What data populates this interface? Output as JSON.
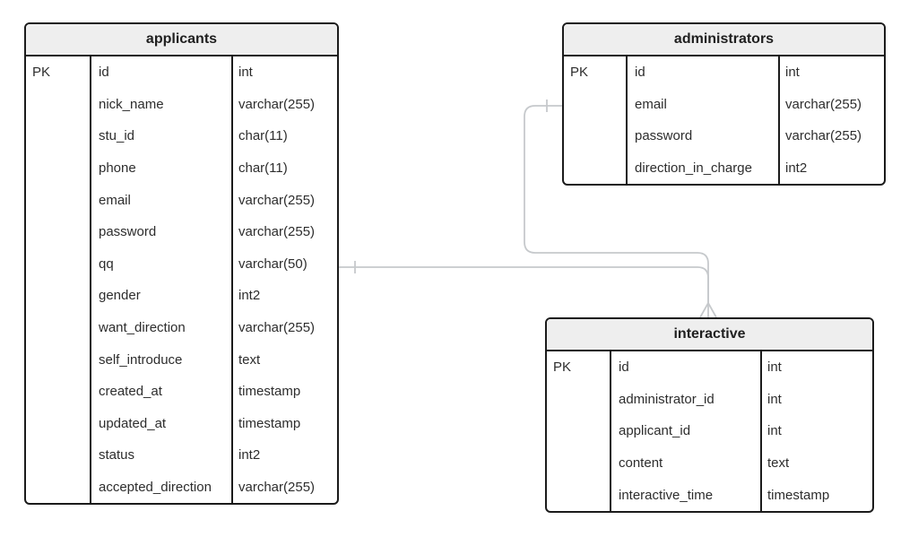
{
  "diagram": {
    "type": "entity-relationship",
    "colors": {
      "table_border": "#1b1b1b",
      "header_bg": "#eeeeee",
      "text": "#2d2d2d",
      "title": "#1f1f1f",
      "relation_line": "#c6c9cc",
      "canvas_bg": "#ffffff"
    },
    "tables": [
      {
        "id": "applicants",
        "title": "applicants",
        "rows": [
          {
            "key": "PK",
            "name": "id",
            "type": "int"
          },
          {
            "key": "",
            "name": "nick_name",
            "type": "varchar(255)"
          },
          {
            "key": "",
            "name": "stu_id",
            "type": "char(11)"
          },
          {
            "key": "",
            "name": "phone",
            "type": "char(11)"
          },
          {
            "key": "",
            "name": "email",
            "type": "varchar(255)"
          },
          {
            "key": "",
            "name": "password",
            "type": "varchar(255)"
          },
          {
            "key": "",
            "name": "qq",
            "type": "varchar(50)"
          },
          {
            "key": "",
            "name": "gender",
            "type": "int2"
          },
          {
            "key": "",
            "name": "want_direction",
            "type": "varchar(255)"
          },
          {
            "key": "",
            "name": "self_introduce",
            "type": "text"
          },
          {
            "key": "",
            "name": "created_at",
            "type": "timestamp"
          },
          {
            "key": "",
            "name": "updated_at",
            "type": "timestamp"
          },
          {
            "key": "",
            "name": "status",
            "type": "int2"
          },
          {
            "key": "",
            "name": "accepted_direction",
            "type": "varchar(255)"
          }
        ]
      },
      {
        "id": "administrators",
        "title": "administrators",
        "rows": [
          {
            "key": "PK",
            "name": "id",
            "type": "int"
          },
          {
            "key": "",
            "name": "email",
            "type": "varchar(255)"
          },
          {
            "key": "",
            "name": "password",
            "type": "varchar(255)"
          },
          {
            "key": "",
            "name": "direction_in_charge",
            "type": "int2"
          }
        ]
      },
      {
        "id": "interactive",
        "title": "interactive",
        "rows": [
          {
            "key": "PK",
            "name": "id",
            "type": "int"
          },
          {
            "key": "",
            "name": "administrator_id",
            "type": "int"
          },
          {
            "key": "",
            "name": "applicant_id",
            "type": "int"
          },
          {
            "key": "",
            "name": "content",
            "type": "text"
          },
          {
            "key": "",
            "name": "interactive_time",
            "type": "timestamp"
          }
        ]
      }
    ],
    "relations": [
      {
        "from": "administrators",
        "to": "interactive",
        "from_cardinality": "one",
        "to_cardinality": "many"
      },
      {
        "from": "applicants",
        "to": "interactive",
        "from_cardinality": "one",
        "to_cardinality": "many"
      }
    ]
  }
}
